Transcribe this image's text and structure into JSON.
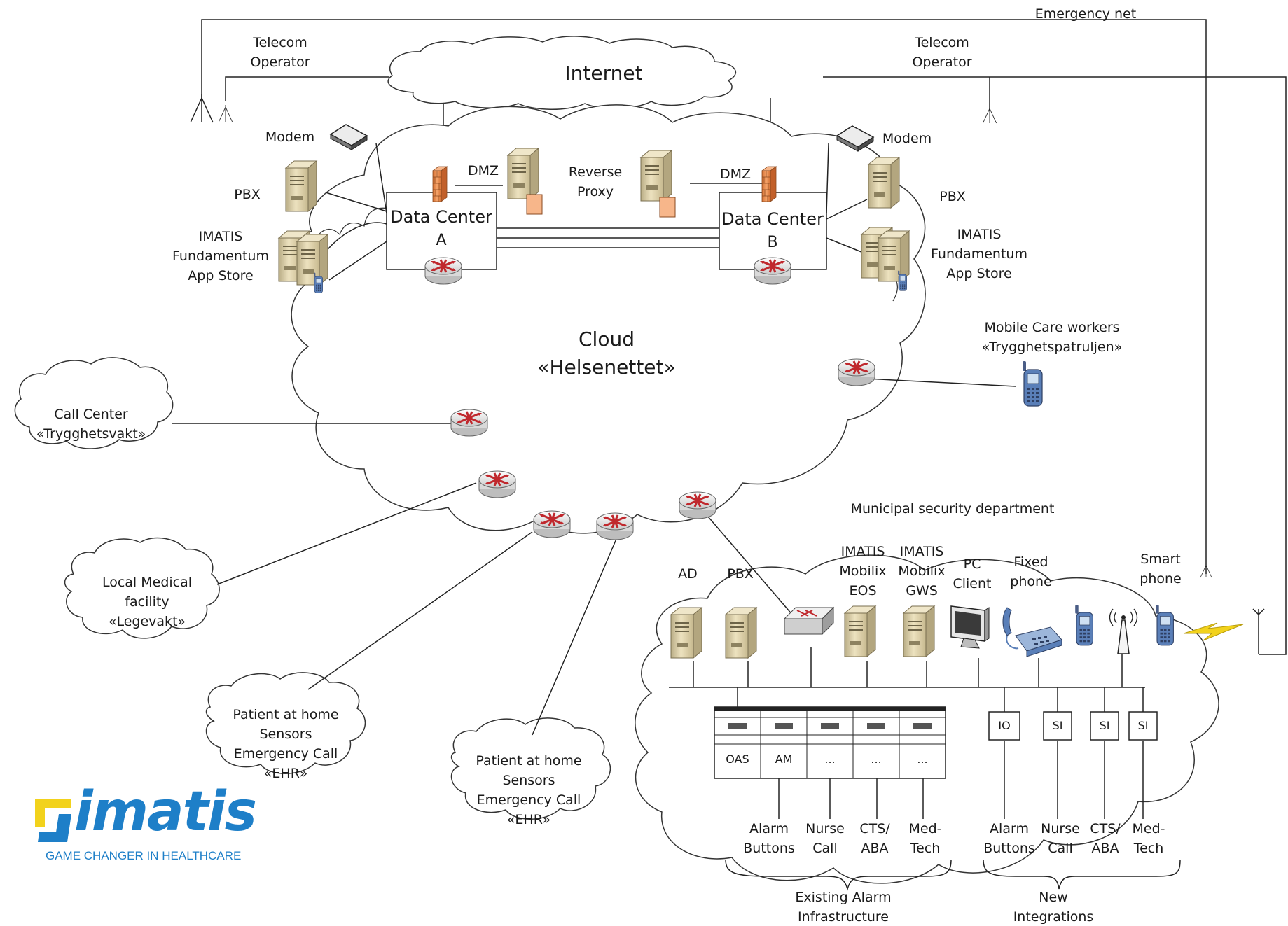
{
  "labels": {
    "emergency_net": "Emergency net",
    "telecom_left_1": "Telecom",
    "telecom_left_2": "Operator",
    "telecom_right_1": "Telecom",
    "telecom_right_2": "Operator",
    "internet": "Internet",
    "modem_left": "Modem",
    "modem_right": "Modem",
    "pbx_left": "PBX",
    "pbx_right": "PBX",
    "dmz_left": "DMZ",
    "dmz_right": "DMZ",
    "reverse_proxy_1": "Reverse",
    "reverse_proxy_2": "Proxy",
    "dc_a_1": "Data Center",
    "dc_a_2": "A",
    "dc_b_1": "Data Center",
    "dc_b_2": "B",
    "imatis_left_1": "IMATIS",
    "imatis_left_2": "Fundamentum",
    "imatis_left_3": "App Store",
    "imatis_right_1": "IMATIS",
    "imatis_right_2": "Fundamentum",
    "imatis_right_3": "App Store",
    "cloud_1": "Cloud",
    "cloud_2": "«Helsenettet»",
    "mobile_care_1": "Mobile Care workers",
    "mobile_care_2": "«Trygghetspatruljen»",
    "call_center_1": "Call Center",
    "call_center_2": "«Trygghetsvakt»",
    "local_med_1": "Local Medical",
    "local_med_2": "facility",
    "local_med_3": "«Legevakt»",
    "patient_a_1": "Patient at home",
    "patient_a_2": "Sensors",
    "patient_a_3": "Emergency Call",
    "patient_a_4": "«EHR»",
    "patient_b_1": "Patient at home",
    "patient_b_2": "Sensors",
    "patient_b_3": "Emergency Call",
    "patient_b_4": "«EHR»",
    "municipal": "Municipal security department",
    "ad": "AD",
    "pbx_mun": "PBX",
    "eos_1": "IMATIS",
    "eos_2": "Mobilix",
    "eos_3": "EOS",
    "gws_1": "IMATIS",
    "gws_2": "Mobilix",
    "gws_3": "GWS",
    "pc_1": "PC",
    "pc_2": "Client",
    "fixed_1": "Fixed",
    "fixed_2": "phone",
    "smart_1": "Smart",
    "smart_2": "phone",
    "oas": "OAS",
    "am": "AM",
    "dots_1": "...",
    "dots_2": "...",
    "dots_3": "...",
    "io": "IO",
    "si_1": "SI",
    "si_2": "SI",
    "si_3": "SI",
    "alarm_1a": "Alarm",
    "alarm_1b": "Buttons",
    "nurse_1a": "Nurse",
    "nurse_1b": "Call",
    "cts_1a": "CTS/",
    "cts_1b": "ABA",
    "med_1a": "Med-",
    "med_1b": "Tech",
    "alarm_2a": "Alarm",
    "alarm_2b": "Buttons",
    "nurse_2a": "Nurse",
    "nurse_2b": "Call",
    "cts_2a": "CTS/",
    "cts_2b": "ABA",
    "med_2a": "Med-",
    "med_2b": "Tech",
    "existing_1": "Existing Alarm",
    "existing_2": "Infrastructure",
    "new_1": "New",
    "new_2": "Integrations"
  },
  "logo": {
    "word": "imatis",
    "tagline": "GAME CHANGER IN HEALTHCARE"
  },
  "colors": {
    "firewall": "#e8884a",
    "server": "#ddd0a8",
    "router": "#e8e8e8",
    "arrow_red": "#c0282d",
    "logo_blue": "#1e7fc8",
    "logo_yellow": "#f2d21c",
    "phone_blue": "#5a7fb8",
    "lightning": "#f2d21c"
  }
}
